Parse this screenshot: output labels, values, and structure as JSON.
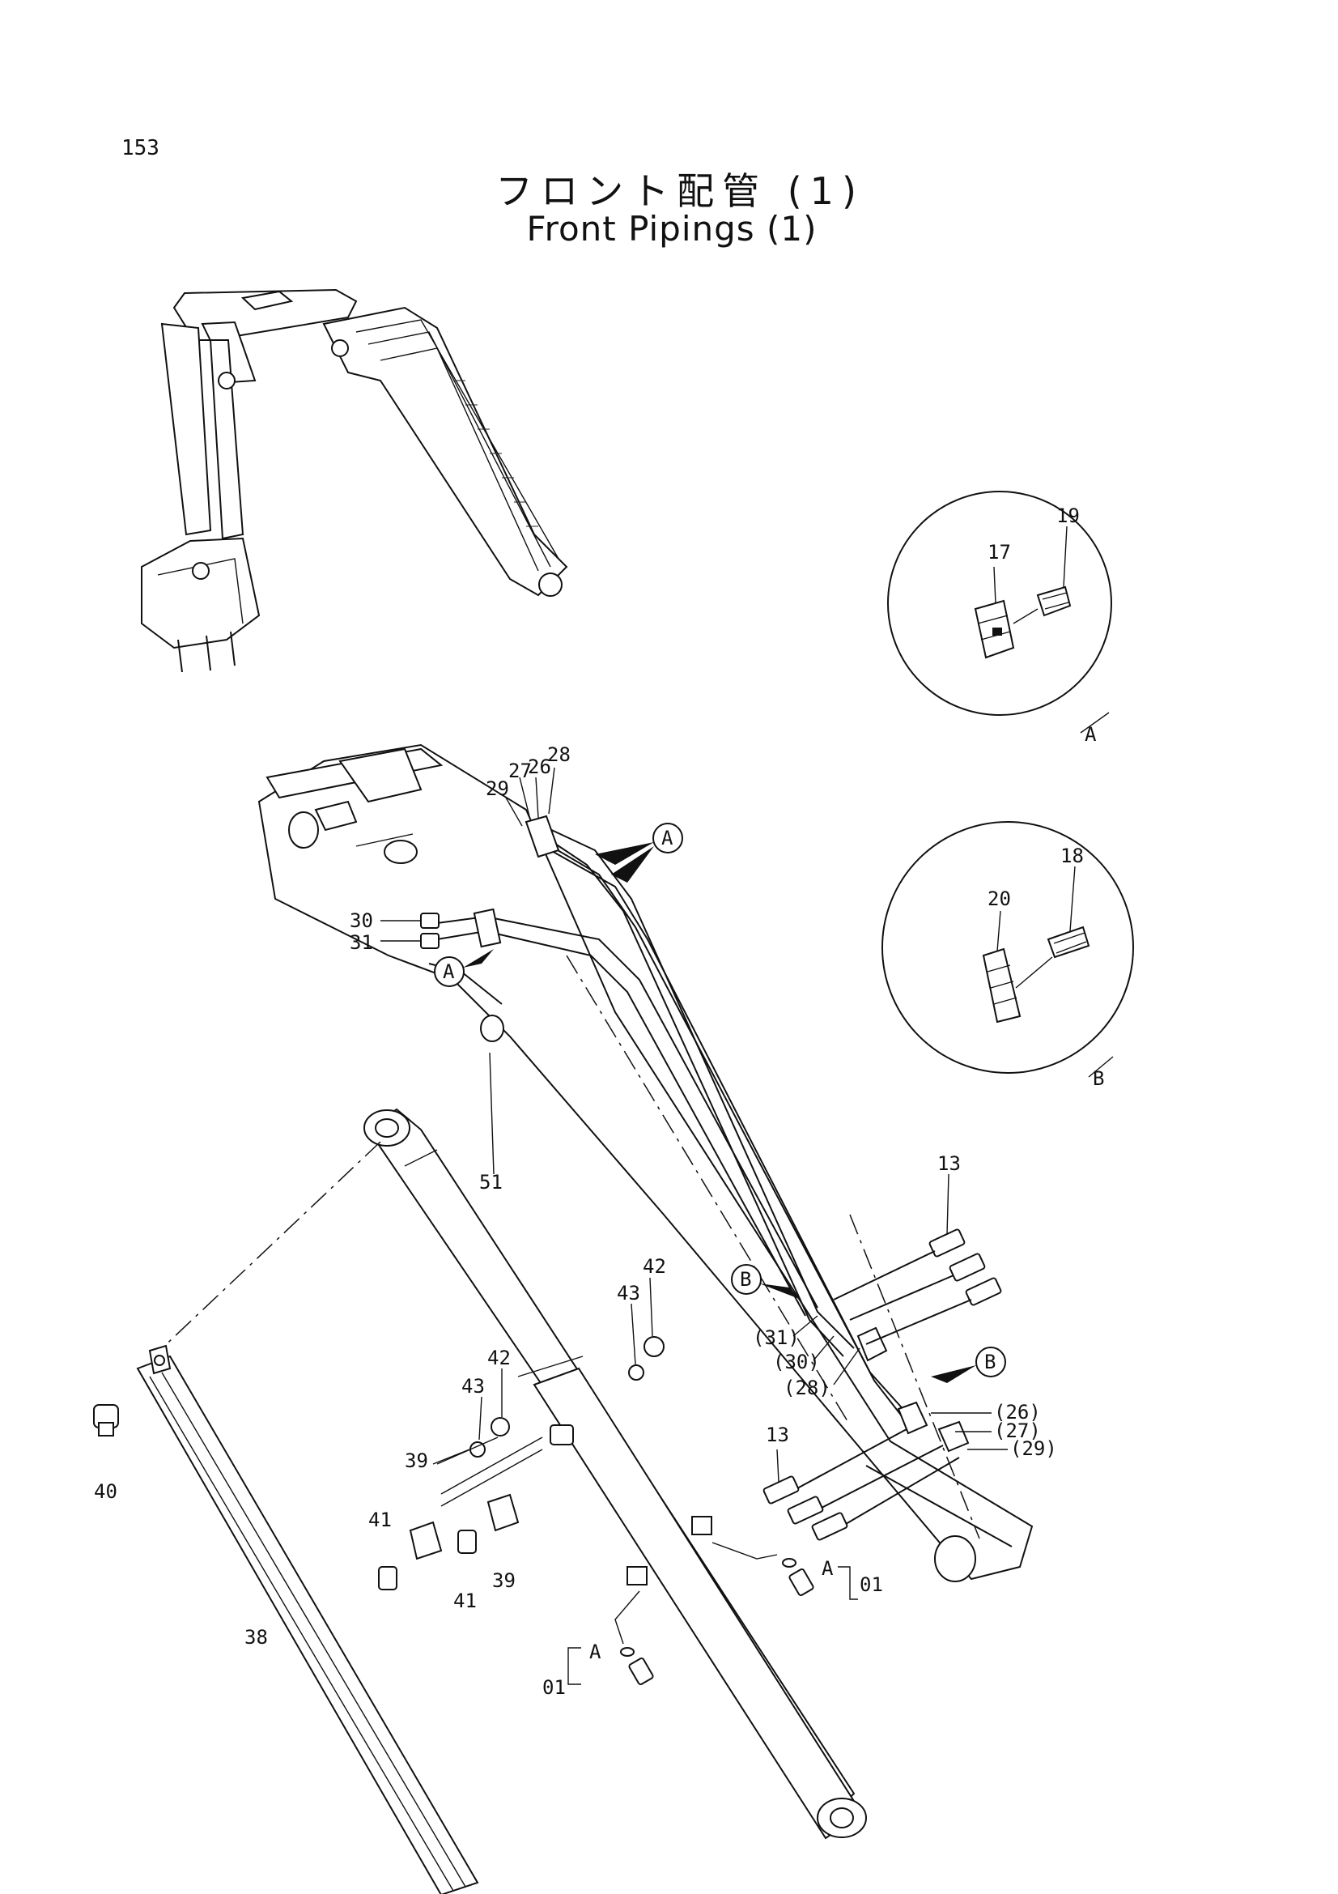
{
  "page_number": "153",
  "title_jp": "フロント配管 (1)",
  "title_en": "Front Pipings (1)",
  "detail_a": {
    "letter": "A",
    "parts": [
      "17",
      "19"
    ]
  },
  "detail_b": {
    "letter": "B",
    "parts": [
      "20",
      "18"
    ]
  },
  "callouts": {
    "p29": "29",
    "p27": "27",
    "p26": "26",
    "p28": "28",
    "p30": "30",
    "p31": "31",
    "p13_top": "13",
    "p13_bottom": "13",
    "p51": "51",
    "p42_top": "42",
    "p43_top": "43",
    "p42_mid": "42",
    "p43_mid": "43",
    "p39_left": "39",
    "p39_right": "39",
    "p41_left": "41",
    "p41_right": "41",
    "p40": "40",
    "p38": "38",
    "p01_right": "01",
    "p01_left": "01",
    "ref_31": "(31)",
    "ref_30": "(30)",
    "ref_28": "(28)",
    "ref_26": "(26)",
    "ref_27": "(27)",
    "ref_29": "(29)"
  },
  "marks": {
    "a_upper": "A",
    "a_lower": "A",
    "b_left": "B",
    "b_right": "B",
    "grease_a_right": "A",
    "grease_a_left": "A"
  }
}
